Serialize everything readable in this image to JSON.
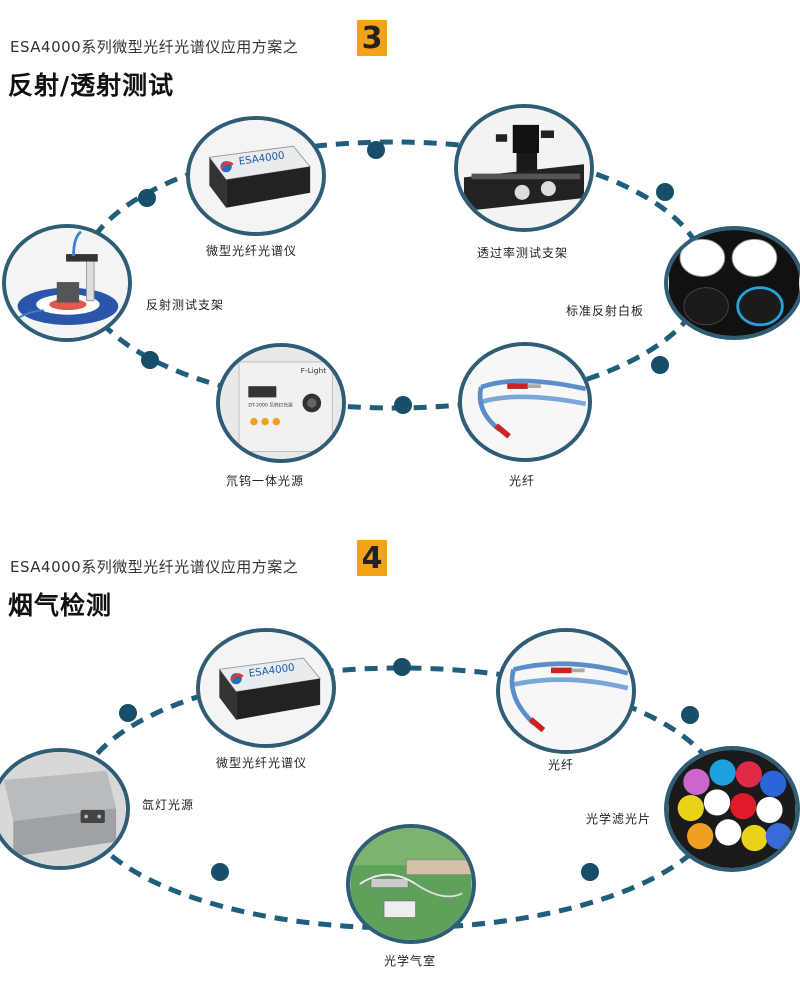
{
  "colors": {
    "ring": "#1f5e7c",
    "dot": "#174e6a",
    "accent": "#f3a21a"
  },
  "section3": {
    "subtitle": "ESA4000系列微型光纤光谱仪应用方案之",
    "number": "3",
    "heading": "反射/透射测试",
    "nodes": {
      "spectrometer": {
        "label": "微型光纤光谱仪",
        "icon": "spectrometer-device-icon",
        "brand": "ESA4000"
      },
      "transmission_stand": {
        "label": "透过率测试支架",
        "icon": "transmission-stand-icon"
      },
      "white_board": {
        "label": "标准反射白板",
        "icon": "reflectance-board-icon"
      },
      "fiber": {
        "label": "光纤",
        "icon": "optical-fiber-icon"
      },
      "lamp": {
        "label": "氘钨一体光源",
        "icon": "light-source-icon",
        "brand": "F-Light",
        "panel_text": "DT-2000 氘钨灯光源"
      },
      "reflection_stand": {
        "label": "反射测试支架",
        "icon": "reflection-stand-icon"
      }
    }
  },
  "section4": {
    "subtitle": "ESA4000系列微型光纤光谱仪应用方案之",
    "number": "4",
    "heading": "烟气检测",
    "nodes": {
      "spectrometer": {
        "label": "微型光纤光谱仪",
        "icon": "spectrometer-device-icon",
        "brand": "ESA4000"
      },
      "fiber": {
        "label": "光纤",
        "icon": "optical-fiber-icon"
      },
      "filters": {
        "label": "光学滤光片",
        "icon": "color-filters-icon"
      },
      "gas_cell": {
        "label": "光学气室",
        "icon": "gas-cell-icon"
      },
      "xenon_lamp": {
        "label": "氙灯光源",
        "icon": "xenon-lamp-icon"
      }
    }
  }
}
